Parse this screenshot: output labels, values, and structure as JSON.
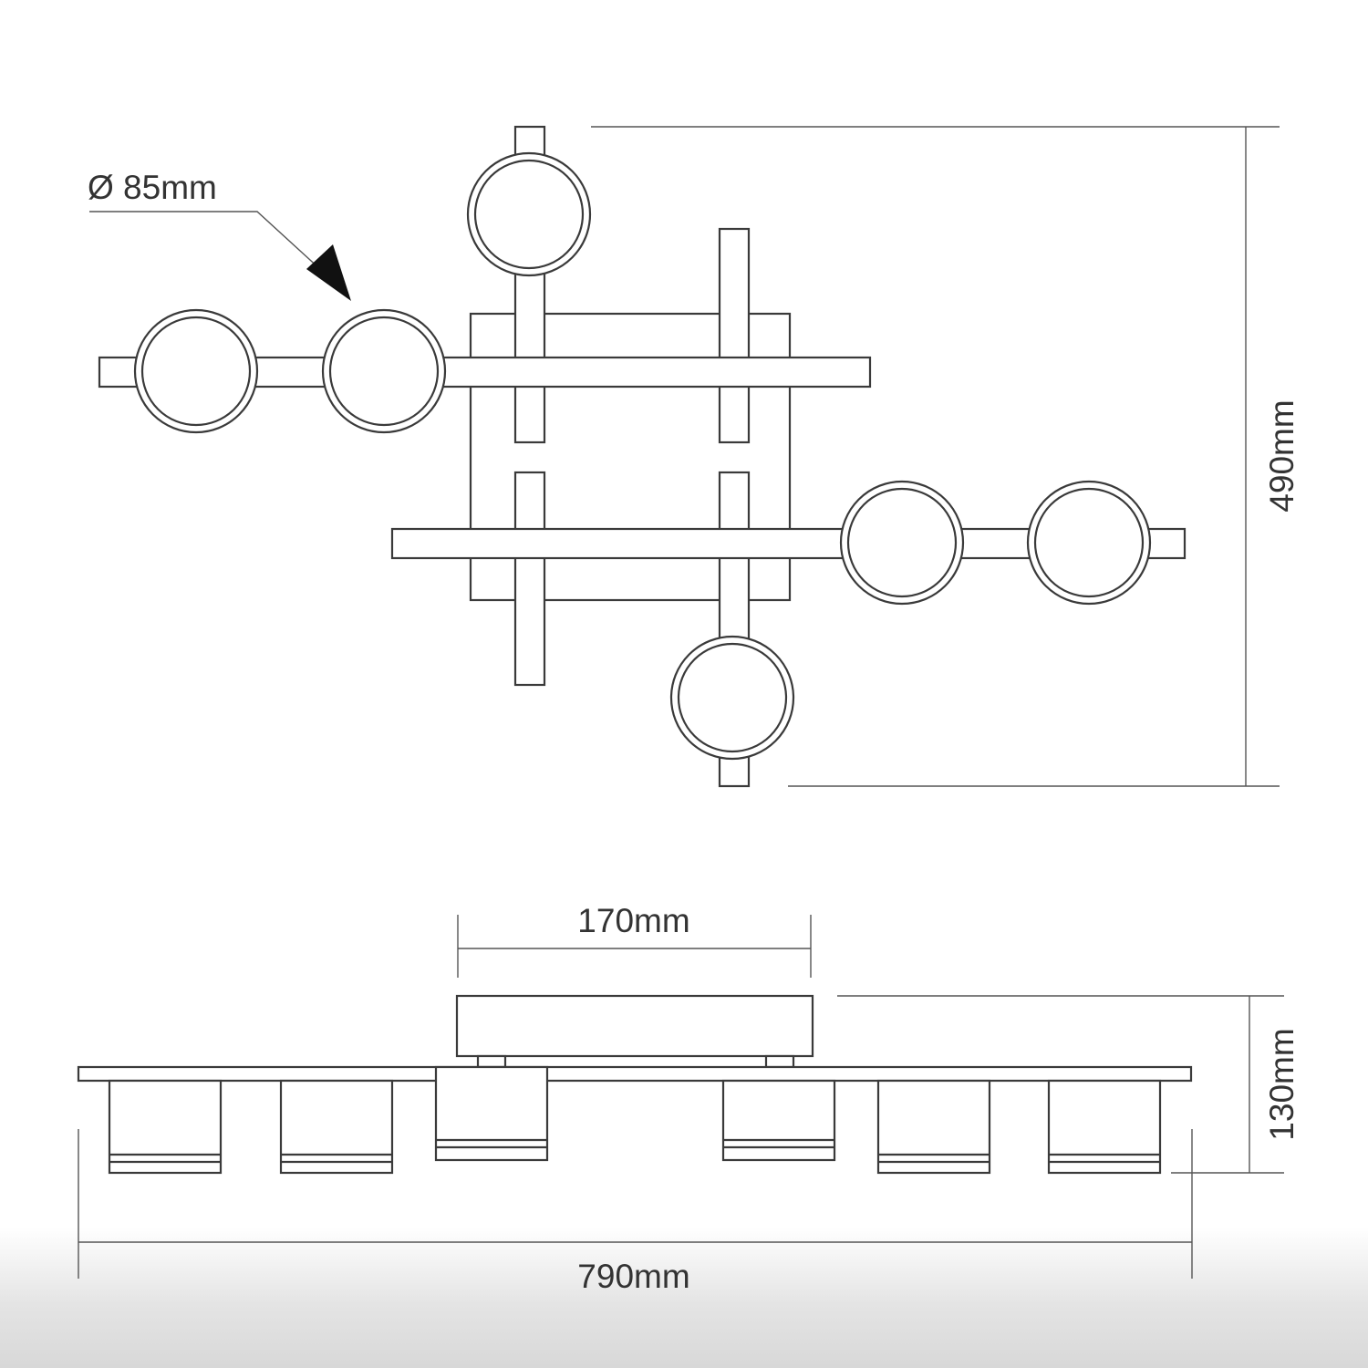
{
  "labels": {
    "diameter": "Ø 85mm",
    "height_top": "490mm",
    "canopy_width": "170mm",
    "height_side": "130mm",
    "overall_width": "790mm"
  }
}
